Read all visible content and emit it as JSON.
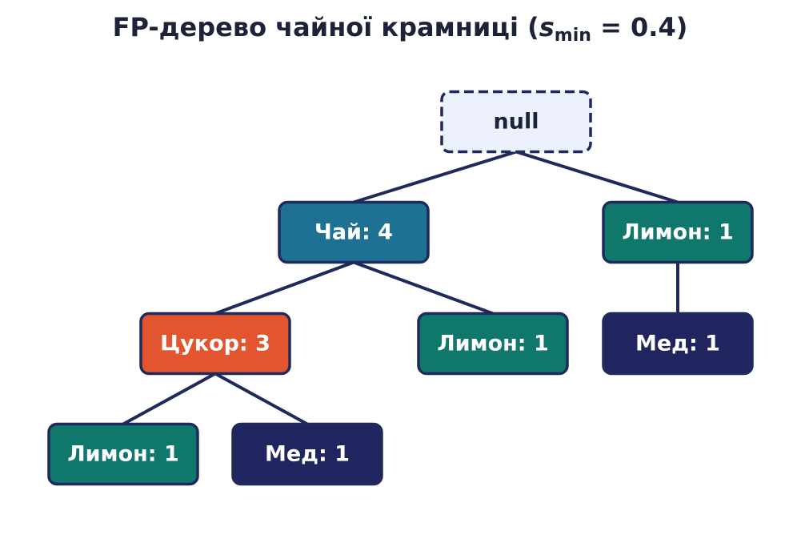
{
  "title": {
    "prefix": "FP-дерево чайної крамниці (",
    "s": "s",
    "sub": "min",
    "suffix": " = 0.4)"
  },
  "colors": {
    "text_dark": "#1c2238",
    "edge": "#1f2a5c",
    "root_fill": "#edf1fb",
    "tea": "#1e7193",
    "sugar": "#e2552e",
    "lemon": "#10776d",
    "honey": "#202560",
    "text_light": "#ffffff"
  },
  "tree": {
    "nodes": [
      {
        "id": "root",
        "label": "null",
        "item": "",
        "count": null,
        "fill": "#edf1fb",
        "text_color": "#1c2238",
        "dashed": true
      },
      {
        "id": "tea",
        "label": "Чай: 4",
        "item": "Чай",
        "count": 4,
        "fill": "#1e7193",
        "text_color": "#ffffff",
        "dashed": false
      },
      {
        "id": "lemon-root",
        "label": "Лимон: 1",
        "item": "Лимон",
        "count": 1,
        "fill": "#10776d",
        "text_color": "#ffffff",
        "dashed": false
      },
      {
        "id": "sugar",
        "label": "Цукор: 3",
        "item": "Цукор",
        "count": 3,
        "fill": "#e2552e",
        "text_color": "#ffffff",
        "dashed": false
      },
      {
        "id": "lemon-tea",
        "label": "Лимон: 1",
        "item": "Лимон",
        "count": 1,
        "fill": "#10776d",
        "text_color": "#ffffff",
        "dashed": false
      },
      {
        "id": "honey-lemon",
        "label": "Мед: 1",
        "item": "Мед",
        "count": 1,
        "fill": "#202560",
        "text_color": "#ffffff",
        "dashed": false
      },
      {
        "id": "lemon-sugar",
        "label": "Лимон: 1",
        "item": "Лимон",
        "count": 1,
        "fill": "#10776d",
        "text_color": "#ffffff",
        "dashed": false
      },
      {
        "id": "honey-sugar",
        "label": "Мед: 1",
        "item": "Мед",
        "count": 1,
        "fill": "#202560",
        "text_color": "#ffffff",
        "dashed": false
      }
    ],
    "edges": [
      {
        "from": "root",
        "to": "tea"
      },
      {
        "from": "root",
        "to": "lemon-root"
      },
      {
        "from": "tea",
        "to": "sugar"
      },
      {
        "from": "tea",
        "to": "lemon-tea"
      },
      {
        "from": "lemon-root",
        "to": "honey-lemon"
      },
      {
        "from": "sugar",
        "to": "lemon-sugar"
      },
      {
        "from": "sugar",
        "to": "honey-sugar"
      }
    ]
  }
}
